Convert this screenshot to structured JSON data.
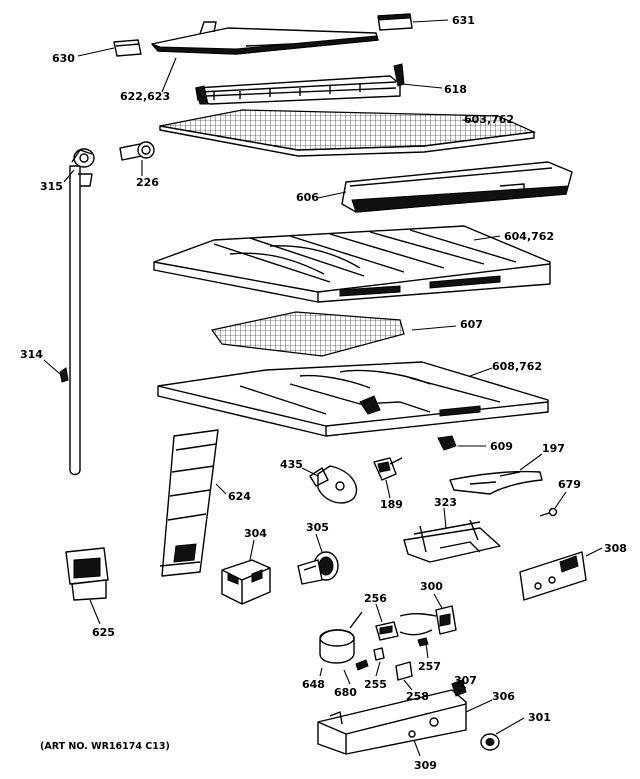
{
  "callouts": [
    {
      "id": "631",
      "text": "631"
    },
    {
      "id": "630",
      "text": "630"
    },
    {
      "id": "622_623",
      "text": "622,623"
    },
    {
      "id": "618",
      "text": "618"
    },
    {
      "id": "603_762",
      "text": "603,762"
    },
    {
      "id": "315",
      "text": "315"
    },
    {
      "id": "226",
      "text": "226"
    },
    {
      "id": "606",
      "text": "606"
    },
    {
      "id": "604_762",
      "text": "604,762"
    },
    {
      "id": "607",
      "text": "607"
    },
    {
      "id": "314",
      "text": "314"
    },
    {
      "id": "608_762",
      "text": "608,762"
    },
    {
      "id": "609",
      "text": "609"
    },
    {
      "id": "197",
      "text": "197"
    },
    {
      "id": "435",
      "text": "435"
    },
    {
      "id": "624",
      "text": "624"
    },
    {
      "id": "189",
      "text": "189"
    },
    {
      "id": "323",
      "text": "323"
    },
    {
      "id": "679",
      "text": "679"
    },
    {
      "id": "304",
      "text": "304"
    },
    {
      "id": "305",
      "text": "305"
    },
    {
      "id": "308",
      "text": "308"
    },
    {
      "id": "625",
      "text": "625"
    },
    {
      "id": "300",
      "text": "300"
    },
    {
      "id": "256",
      "text": "256"
    },
    {
      "id": "257",
      "text": "257"
    },
    {
      "id": "648",
      "text": "648"
    },
    {
      "id": "680",
      "text": "680"
    },
    {
      "id": "255",
      "text": "255"
    },
    {
      "id": "258",
      "text": "258"
    },
    {
      "id": "307",
      "text": "307"
    },
    {
      "id": "306",
      "text": "306"
    },
    {
      "id": "301",
      "text": "301"
    },
    {
      "id": "309",
      "text": "309"
    }
  ],
  "art_number": "(ART NO. WR16174 C13)"
}
